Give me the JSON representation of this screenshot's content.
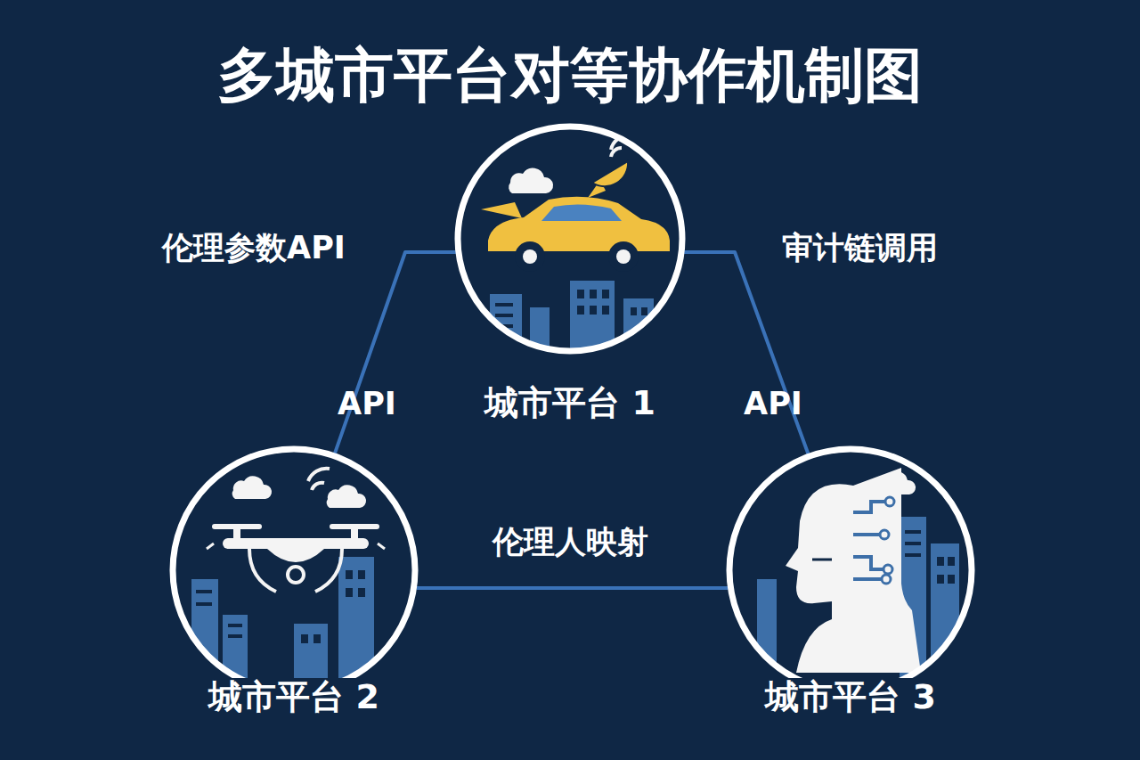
{
  "diagram": {
    "title": "多城市平台对等协作机制图",
    "nodes": [
      {
        "text": [
          "城市平台 1"
        ]
      },
      {
        "text": [
          "城市平台 2"
        ]
      },
      {
        "text": [
          "城市平台 3"
        ]
      }
    ],
    "edges": [
      {
        "from": 0,
        "to": 1,
        "label": "API",
        "arrow": "none"
      },
      {
        "from": 0,
        "to": 2,
        "label": "API",
        "arrow": "none"
      },
      {
        "from": 1,
        "to": 2,
        "label": "伦理人映射",
        "arrow": "none"
      }
    ],
    "labels": [
      "伦理参数API",
      "审计链调用"
    ]
  }
}
